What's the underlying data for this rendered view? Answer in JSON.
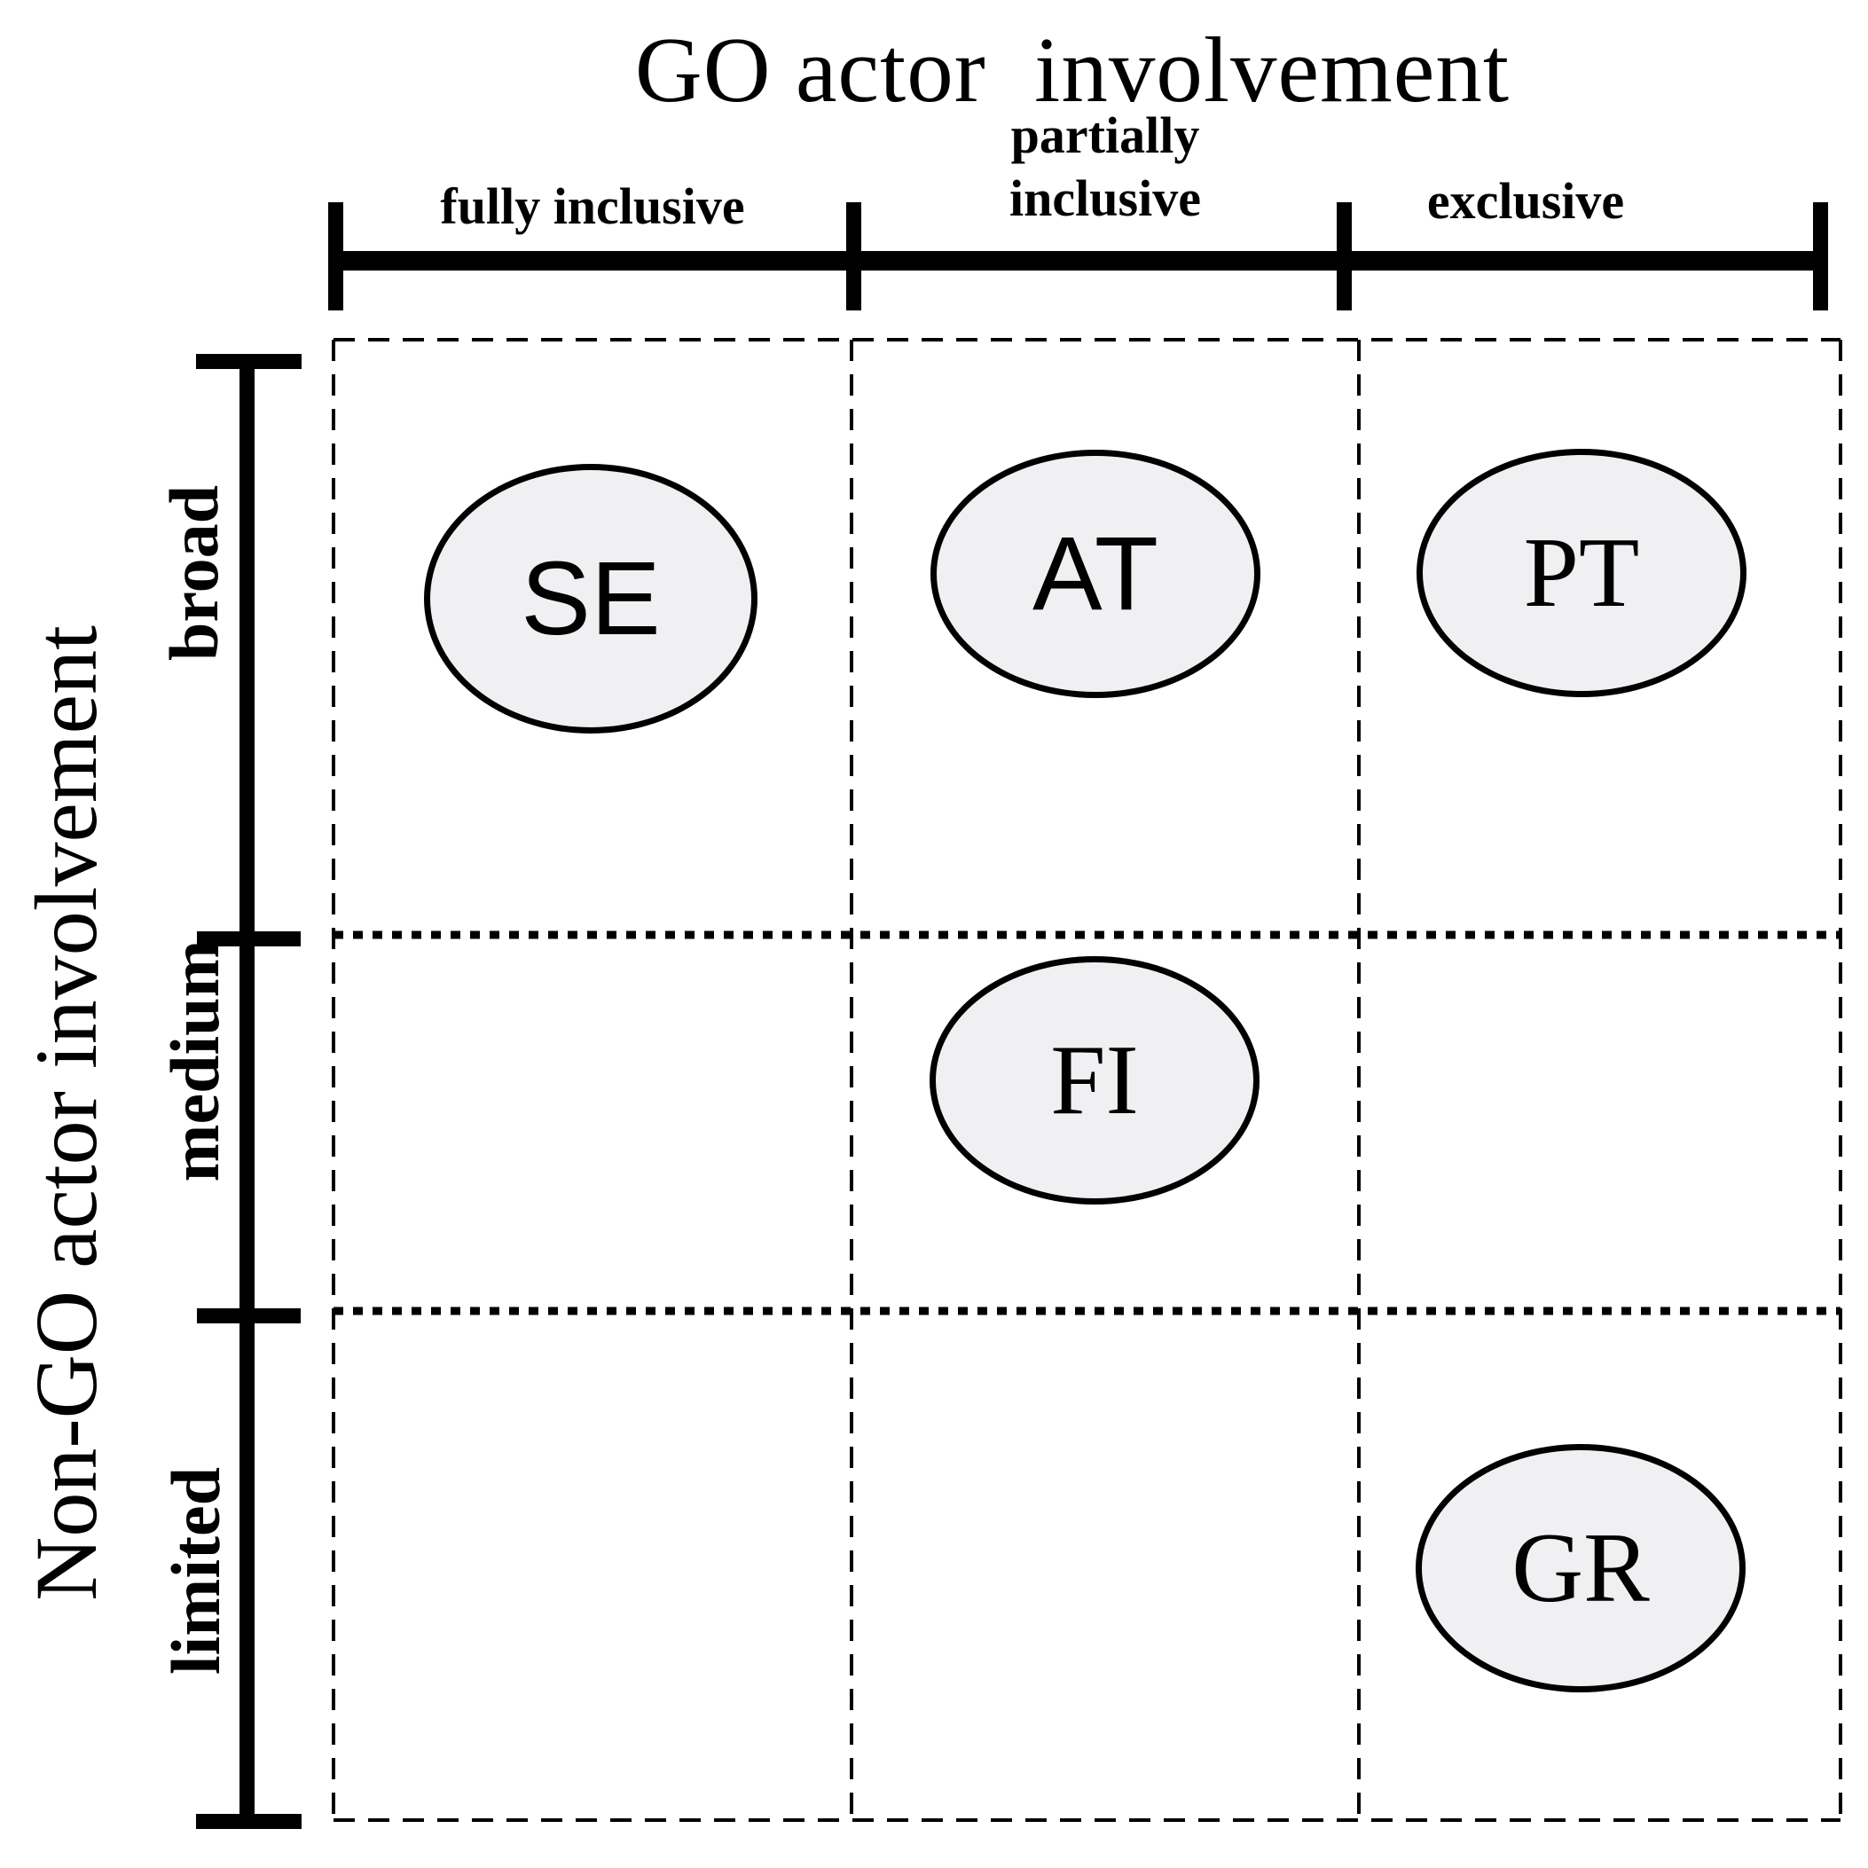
{
  "diagram": {
    "top_axis": {
      "title": "GO actor  involvement",
      "labels": [
        "fully inclusive",
        "partially inclusive",
        "exclusive"
      ]
    },
    "left_axis": {
      "title": "Non-GO actor involvement",
      "labels": [
        "broad",
        "medium",
        "limited"
      ]
    },
    "cells": [
      {
        "label": "SE",
        "col": "fully inclusive",
        "row": "broad"
      },
      {
        "label": "AT",
        "col": "partially inclusive",
        "row": "broad"
      },
      {
        "label": "PT",
        "col": "exclusive",
        "row": "broad"
      },
      {
        "label": "FI",
        "col": "partially inclusive",
        "row": "medium"
      },
      {
        "label": "GR",
        "col": "exclusive",
        "row": "limited"
      }
    ],
    "colors": {
      "ink": "#000000",
      "ellipse_fill": "#f0f0f2",
      "background": "#ffffff"
    }
  }
}
